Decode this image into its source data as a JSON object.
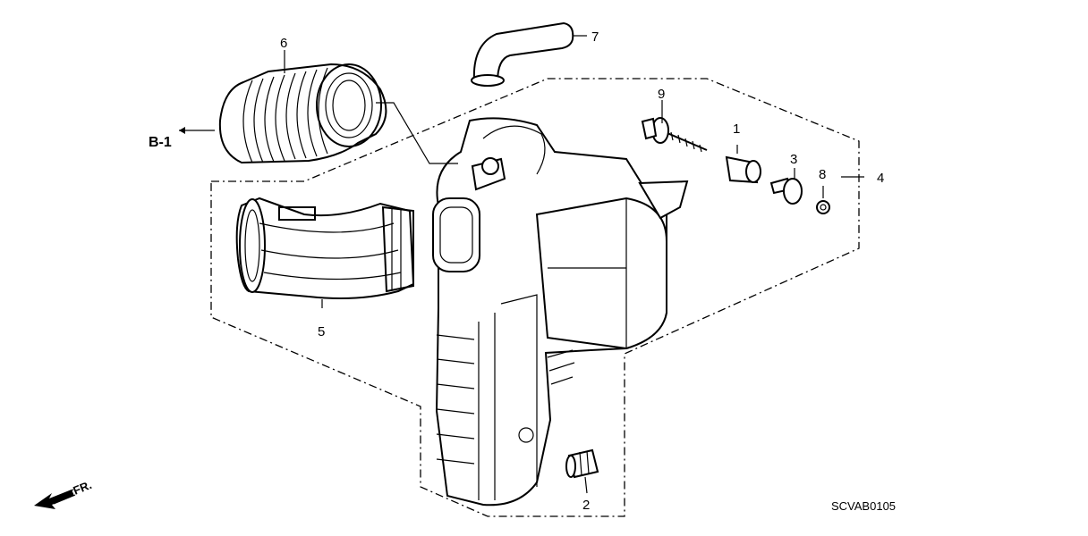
{
  "diagram": {
    "reference_label": "B-1",
    "drawing_code": "SCVAB0105",
    "direction_label": "FR.",
    "parts": [
      {
        "number": "1"
      },
      {
        "number": "2"
      },
      {
        "number": "3"
      },
      {
        "number": "4"
      },
      {
        "number": "5"
      },
      {
        "number": "6"
      },
      {
        "number": "7"
      },
      {
        "number": "8"
      },
      {
        "number": "9"
      }
    ]
  }
}
